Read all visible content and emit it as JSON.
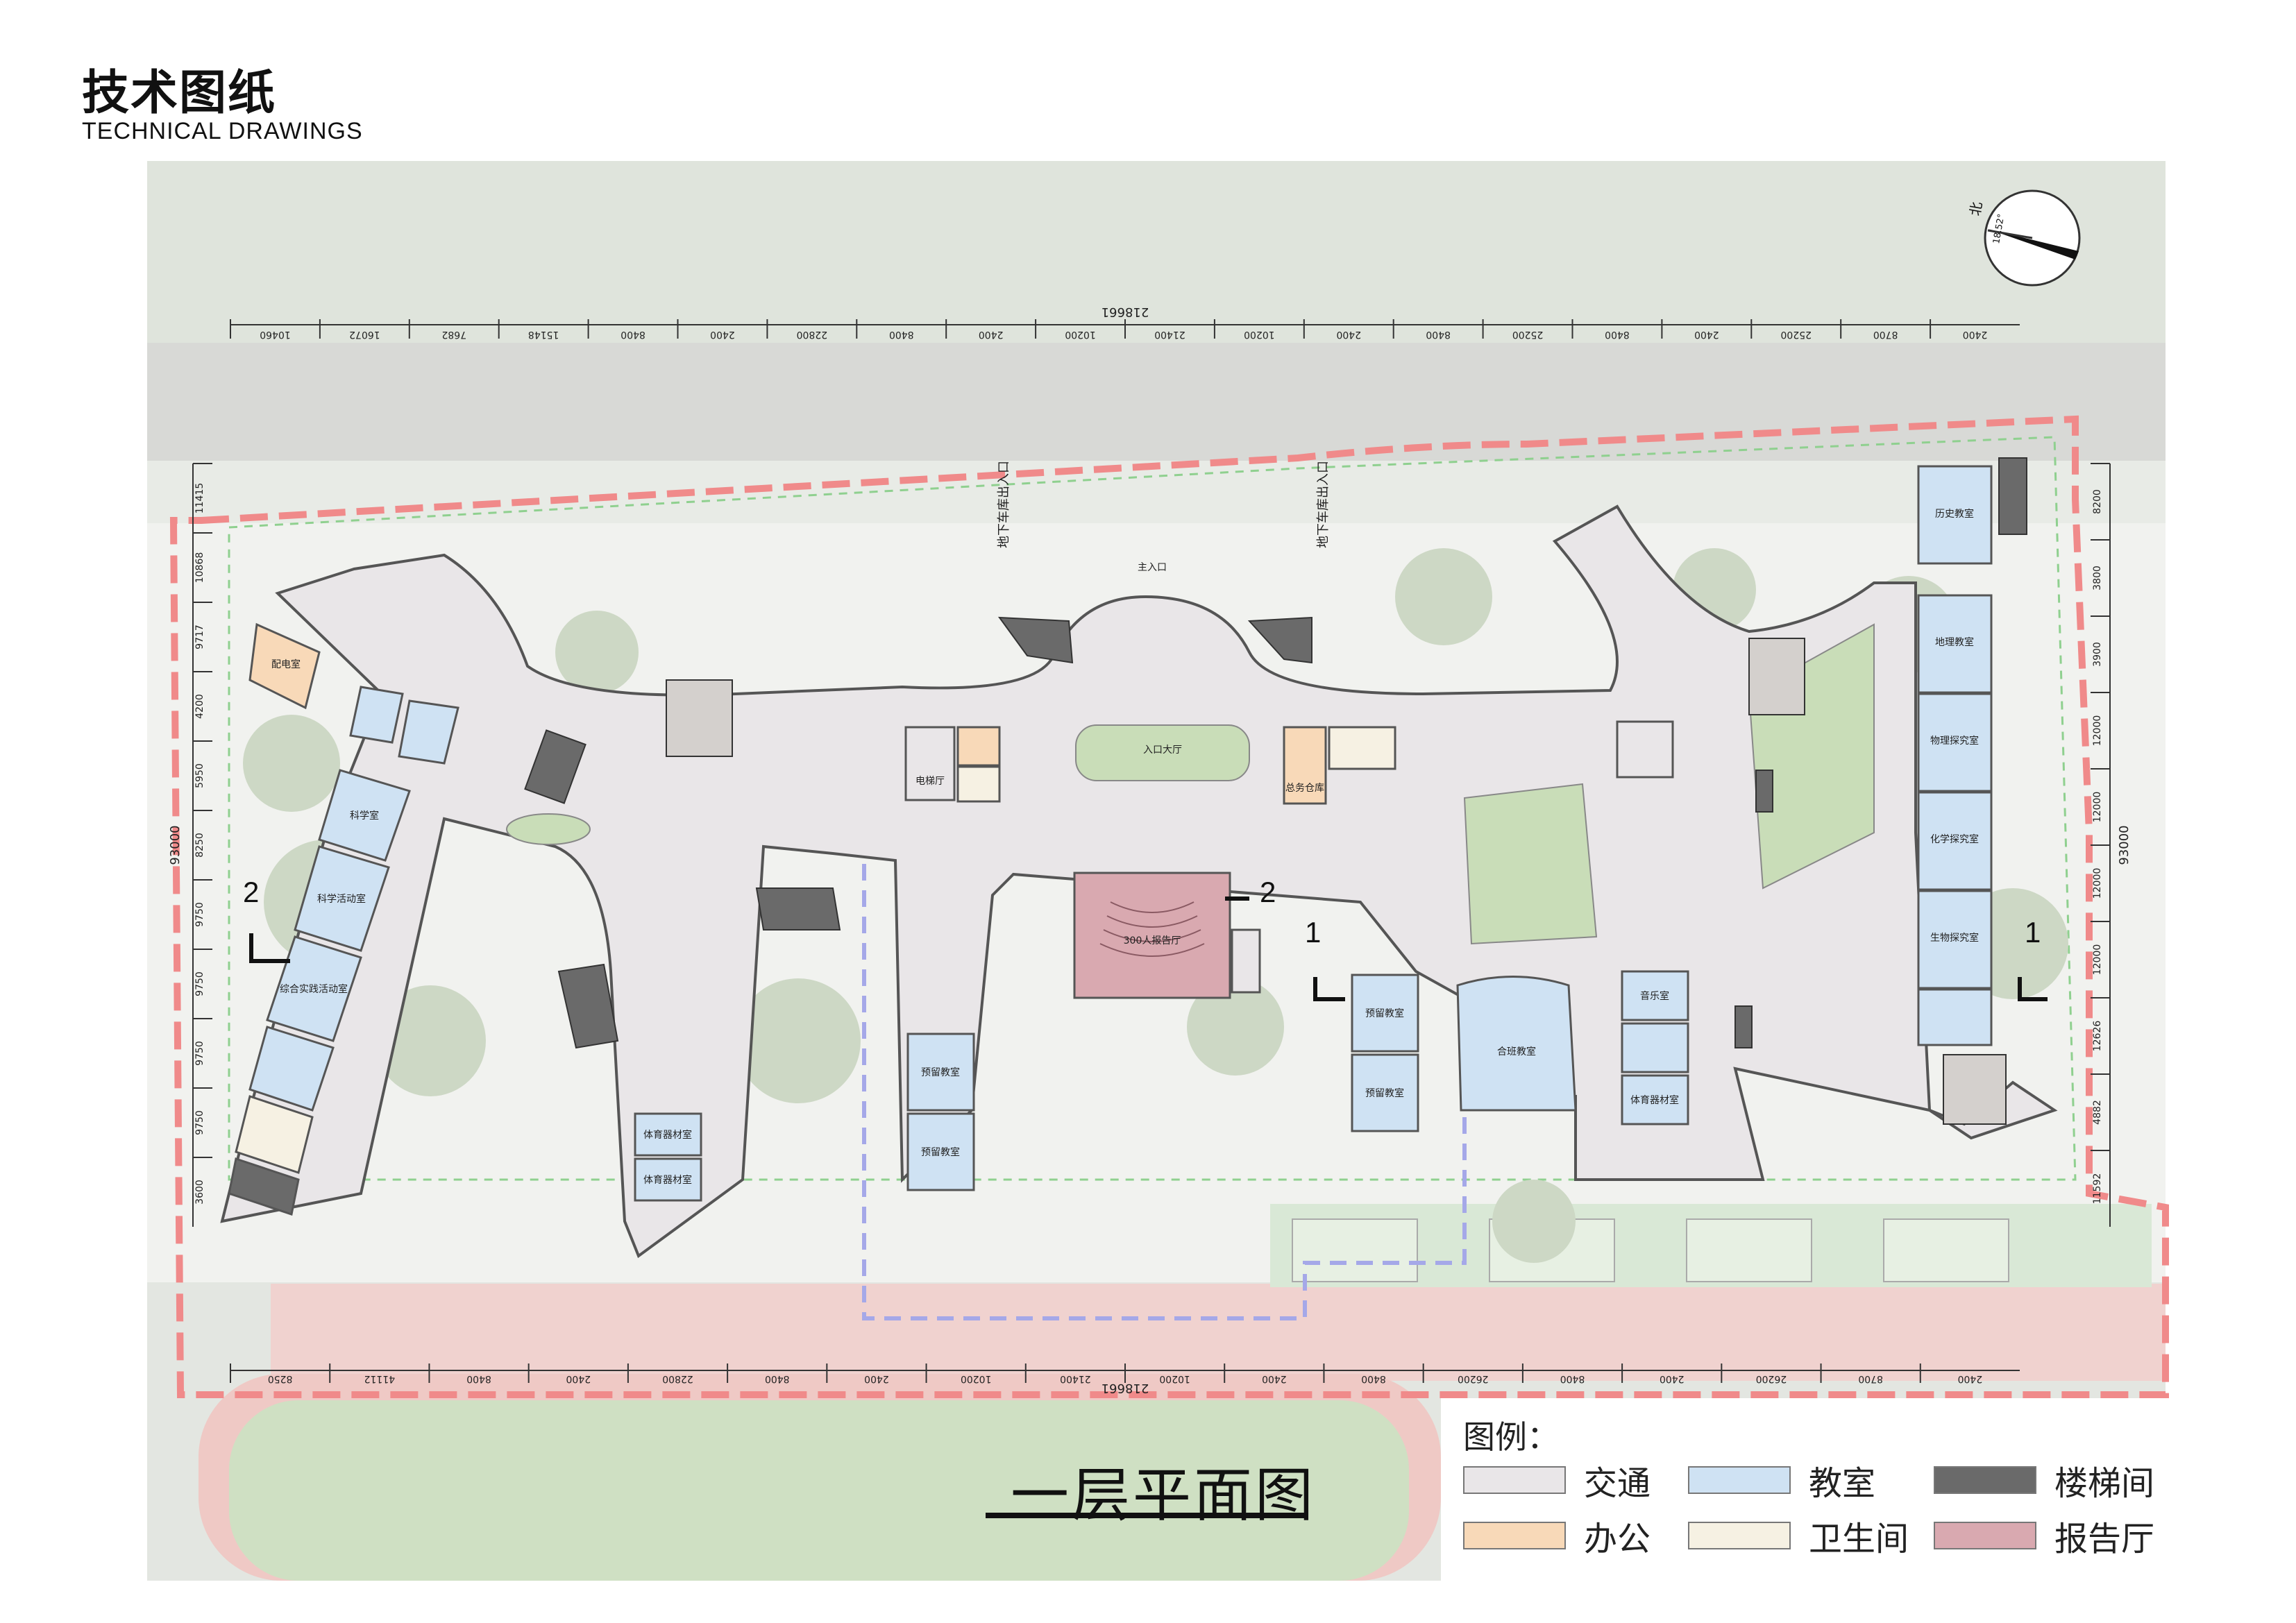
{
  "header": {
    "title": "技术图纸",
    "subtitle": "TECHNICAL DRAWINGS"
  },
  "plan": {
    "name": "一层平面图",
    "north_label": "北",
    "north_angle": "18.52°",
    "section_marks": [
      "1",
      "1",
      "2",
      "2"
    ],
    "entrances": {
      "main": "主入口",
      "garage_exit_left": "地下车库出入口",
      "garage_exit_right": "地下车库出入口"
    },
    "rooms": {
      "entrance_hall": "入口大厅",
      "auditorium": "300人报告厅",
      "office": "配电室",
      "elevator_hall": "电梯厅",
      "storage": "总务仓库",
      "lecture_hall": "合班教室",
      "history": "历史教室",
      "geography": "地理教室",
      "physics": "物理探究室",
      "chemistry": "化学探究室",
      "biology": "生物探究室",
      "science": "科学室",
      "science_activity": "科学活动室",
      "comprehensive": "综合实践活动室",
      "classroom": "预留教室",
      "sports": "体育器材室",
      "music": "音乐室"
    },
    "top_dimensions": [
      "10460",
      "16072",
      "7682",
      "15148",
      "8400",
      "2400",
      "22800",
      "8400",
      "2400",
      "10200",
      "21400",
      "10200",
      "2400",
      "8400",
      "25200",
      "8400",
      "2400",
      "25200",
      "8700",
      "2400"
    ],
    "bottom_dimensions": [
      "8250",
      "41112",
      "8400",
      "2400",
      "22800",
      "8400",
      "2400",
      "10200",
      "21400",
      "10200",
      "2400",
      "8400",
      "26200",
      "8400",
      "2400",
      "26200",
      "8700",
      "2400"
    ],
    "total_width": "218661",
    "left_dimensions": [
      "11415",
      "10868",
      "9717",
      "4200",
      "5950",
      "8250",
      "9750",
      "9750",
      "9750",
      "9750",
      "3600"
    ],
    "left_total": "93000",
    "right_dimensions": [
      "8200",
      "3800",
      "3900",
      "12000",
      "12000",
      "12000",
      "12000",
      "12626",
      "4882",
      "11592"
    ],
    "right_total": "93000"
  },
  "legend": {
    "title": "图例：",
    "items": [
      {
        "label": "交通",
        "color": "#e9e6e8"
      },
      {
        "label": "教室",
        "color": "#cfe2f3"
      },
      {
        "label": "楼梯间",
        "color": "#6a6a6a"
      },
      {
        "label": "办公",
        "color": "#f8d9b8"
      },
      {
        "label": "卫生间",
        "color": "#f6f1e3"
      },
      {
        "label": "报告厅",
        "color": "#d9a9b0"
      }
    ]
  }
}
